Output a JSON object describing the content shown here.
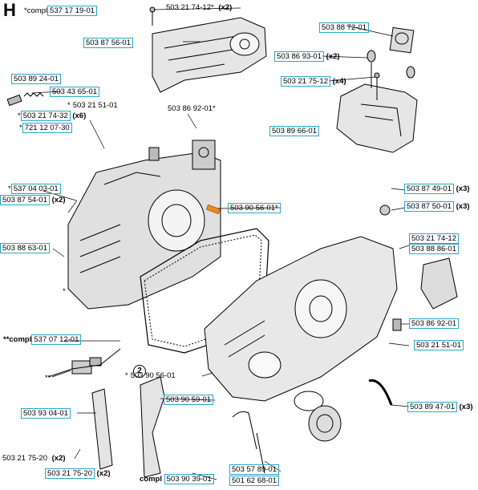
{
  "section_letter": "H",
  "callout_number": "2",
  "labels": [
    {
      "prefix": "*compl",
      "pn": "537 17 19-01",
      "suffix": ""
    },
    {
      "prefix": "",
      "pn": "503 21 74-12*",
      "suffix": "(x2)"
    },
    {
      "prefix": "",
      "pn": "503 87 56-01",
      "suffix": ""
    },
    {
      "prefix": "",
      "pn": "503 88 72-01",
      "suffix": ""
    },
    {
      "prefix": "",
      "pn": "503 86 93-01",
      "suffix": "(x2)"
    },
    {
      "prefix": "",
      "pn": "503 21 75-12",
      "suffix": "(x4)"
    },
    {
      "prefix": "",
      "pn": "503 89 24-01",
      "suffix": ""
    },
    {
      "prefix": "",
      "pn": "503 43 65-01",
      "suffix": ""
    },
    {
      "prefix": "*",
      "pn": "503 21 51-01",
      "suffix": ""
    },
    {
      "prefix": "",
      "pn": "503 86 92-01*",
      "suffix": ""
    },
    {
      "prefix": "*",
      "pn": "503 21 74-32",
      "suffix": "(x6)"
    },
    {
      "prefix": "*",
      "pn": "721 12 07-30",
      "suffix": ""
    },
    {
      "prefix": "",
      "pn": "503 89 66-01",
      "suffix": ""
    },
    {
      "prefix": "*",
      "pn": "537 04 03-01",
      "suffix": ""
    },
    {
      "prefix": "",
      "pn": "503 87 54-01",
      "suffix": "(x2)"
    },
    {
      "prefix": "",
      "pn": "503 90 56-01*",
      "suffix": ""
    },
    {
      "prefix": "",
      "pn": "503 87 49-01",
      "suffix": "(x3)"
    },
    {
      "prefix": "",
      "pn": "503 87 50-01",
      "suffix": "(x3)"
    },
    {
      "prefix": "",
      "pn": "503 88 63-01",
      "suffix": ""
    },
    {
      "prefix": "",
      "pn": "503 21 74-12",
      "suffix": ""
    },
    {
      "prefix": "",
      "pn": "503 88 86-01",
      "suffix": ""
    },
    {
      "prefix": "",
      "pn": "503 86 92-01",
      "suffix": ""
    },
    {
      "prefix": "**compl",
      "pn": "537 07 12-01",
      "suffix": ""
    },
    {
      "prefix": "",
      "pn": "503 21 51-01",
      "suffix": ""
    },
    {
      "prefix": "*",
      "pn": "503 90 56-01",
      "suffix": ""
    },
    {
      "prefix": "",
      "pn": "503 90 59-01",
      "suffix": ""
    },
    {
      "prefix": "",
      "pn": "503 89 47-01",
      "suffix": "(x3)"
    },
    {
      "prefix": "",
      "pn": "503 93 04-01",
      "suffix": ""
    },
    {
      "prefix": "",
      "pn": "503 21 75-20",
      "suffix": "(x2)"
    },
    {
      "prefix": "",
      "pn": "503 21 75-20",
      "suffix": "(x2)"
    },
    {
      "prefix": "compl",
      "pn": "503 90 39-01",
      "suffix": ""
    },
    {
      "prefix": "",
      "pn": "503 57 89-01",
      "suffix": ""
    },
    {
      "prefix": "",
      "pn": "501 62 68-01",
      "suffix": ""
    }
  ],
  "markers": [
    "**",
    "*"
  ]
}
